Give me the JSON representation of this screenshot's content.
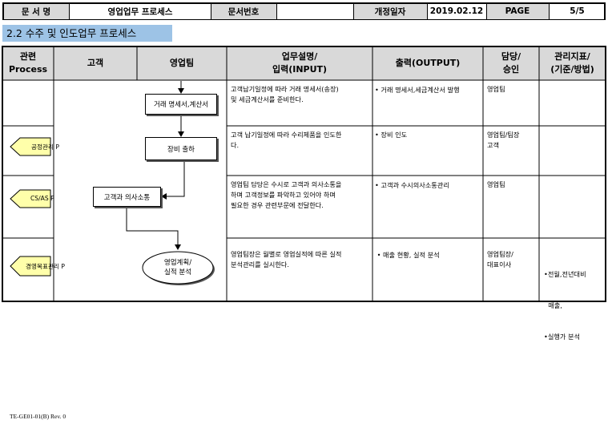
{
  "header": {
    "doc_name_label": "문 서 명",
    "doc_name": "영업업무 프로세스",
    "doc_no_label": "문서번호",
    "doc_no": "",
    "revision_label": "개정일자",
    "revision_date": "2019.02.12",
    "page_label": "PAGE",
    "page_value": "5/5"
  },
  "section_title": "2.2 수주 및 인도업무 프로세스",
  "columns": {
    "process": [
      "관련",
      "Process"
    ],
    "customer": "고객",
    "sales_team": "영업팀",
    "description": [
      "업무설명/",
      "입력(INPUT)"
    ],
    "output": "출력(OUTPUT)",
    "owner": [
      "담당/",
      "승인"
    ],
    "kpi": [
      "관리지표/",
      "(기준/방법)"
    ]
  },
  "process_tags": [
    "공정관리 P",
    "CS/AS  P",
    "경영목표관리 P"
  ],
  "flow": {
    "statement": "거래 명세서,계산서",
    "delivery": "장비 출하",
    "communication": "고객과 의사소통",
    "plan_line1": "영업계획/",
    "plan_line2": "실적 분석"
  },
  "rows": [
    {
      "description": [
        "고객납기일정에 따라 거래 명세서(송장)",
        "및 세금계산서를 준비한다."
      ],
      "output": "• 거래 명세서,세금계산서 발행",
      "owner": [
        "영업팀"
      ],
      "kpi": []
    },
    {
      "description": [
        "고객 납기일정에 따라 수리제품을 인도한",
        "다."
      ],
      "output": "• 장비 인도",
      "owner": [
        "영업팀/팀장",
        "고객"
      ],
      "kpi": []
    },
    {
      "description": [
        "영업팀 담당은 수시로 고객과 의사소통을",
        "하며 고객정보를 파악하고 있어야 하며",
        "필요한 경우 관련부문에 전달한다."
      ],
      "output": "• 고객과 수시의사소통관리",
      "owner": [
        "영업팀"
      ],
      "kpi": []
    },
    {
      "description": [
        "영업팀장은 월별로 영업실적에 따른 실적",
        "분석관리를 실시한다."
      ],
      "output": " • 매출 현황, 실적 분석",
      "owner": [
        "영업팀장/",
        "대표이사"
      ],
      "kpi": [
        "•전월,전년대비",
        "  매출,",
        "•실행가 분석"
      ]
    }
  ],
  "footer": "TE-GE01-01(B) Rev. 0",
  "colors": {
    "header_gray": "#d9d9d9",
    "section_blue": "#9dc3e6",
    "tag_yellow": "#ffffaa"
  }
}
